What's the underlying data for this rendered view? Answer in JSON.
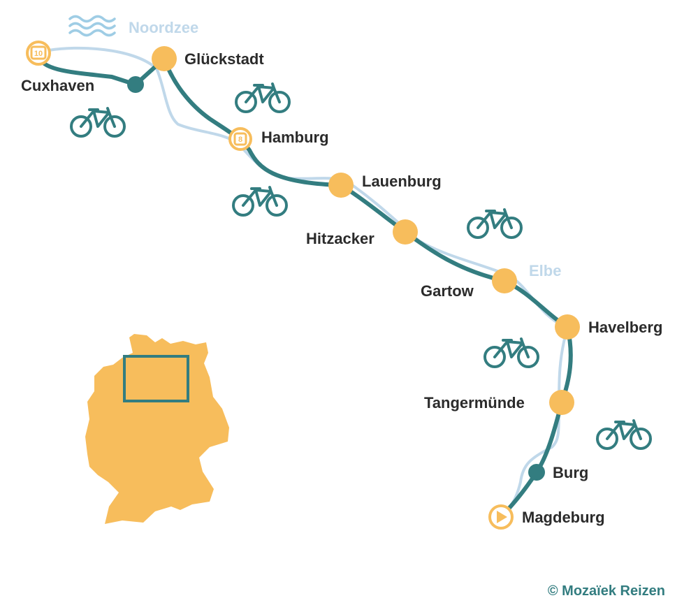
{
  "sea": {
    "name": "Noordzee",
    "icon": "waves-icon"
  },
  "river": {
    "name": "Elbe"
  },
  "cities": [
    {
      "id": "cuxhaven",
      "name": "Cuxhaven",
      "marker": "numbered-badge",
      "nights": "10"
    },
    {
      "id": "gluckstadt",
      "name": "Glückstadt",
      "marker": "overnight-stop"
    },
    {
      "id": "hamburg",
      "name": "Hamburg",
      "marker": "numbered-badge",
      "nights": "8"
    },
    {
      "id": "lauenburg",
      "name": "Lauenburg",
      "marker": "overnight-stop"
    },
    {
      "id": "hitzacker",
      "name": "Hitzacker",
      "marker": "overnight-stop"
    },
    {
      "id": "gartow",
      "name": "Gartow",
      "marker": "overnight-stop"
    },
    {
      "id": "havelberg",
      "name": "Havelberg",
      "marker": "overnight-stop"
    },
    {
      "id": "tangermunde",
      "name": "Tangermünde",
      "marker": "overnight-stop"
    },
    {
      "id": "burg",
      "name": "Burg",
      "marker": "waypoint"
    },
    {
      "id": "magdeburg",
      "name": "Magdeburg",
      "marker": "start"
    }
  ],
  "icons": {
    "bicycle": "bicycle-icon",
    "start": "play-icon",
    "inset": "germany-inset-map"
  },
  "credit": "© Mozaïek Reizen",
  "colors": {
    "route": "#337d80",
    "river": "#c0d8ea",
    "stop": "#f7bd5c",
    "inset_land": "#f7bd5c",
    "label": "#2b2b2b",
    "credit": "#337d80"
  }
}
